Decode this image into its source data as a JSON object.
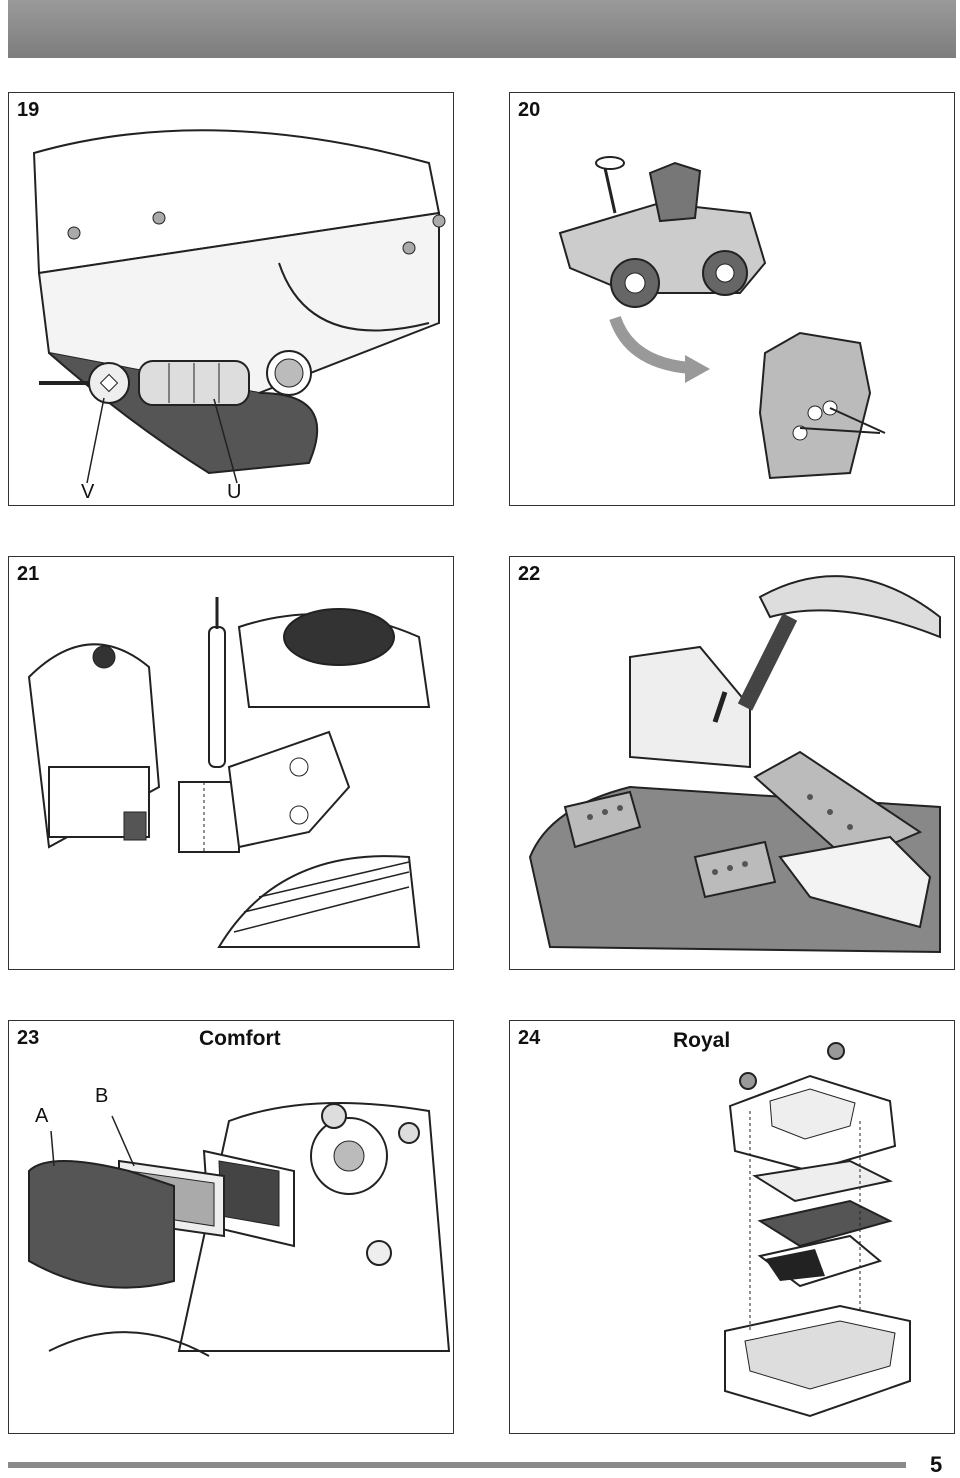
{
  "figures": [
    {
      "number": "19",
      "title": "",
      "callouts": [
        "V",
        "U"
      ]
    },
    {
      "number": "20",
      "title": "",
      "callouts": []
    },
    {
      "number": "21",
      "title": "",
      "callouts": []
    },
    {
      "number": "22",
      "title": "",
      "callouts": []
    },
    {
      "number": "23",
      "title": "Comfort",
      "callouts": [
        "A",
        "B"
      ]
    },
    {
      "number": "24",
      "title": "Royal",
      "callouts": []
    }
  ],
  "page_number": "5",
  "colors": {
    "header_bar": "#8a8a8a",
    "panel_border": "#333333",
    "illustration_gray": "#999999"
  }
}
